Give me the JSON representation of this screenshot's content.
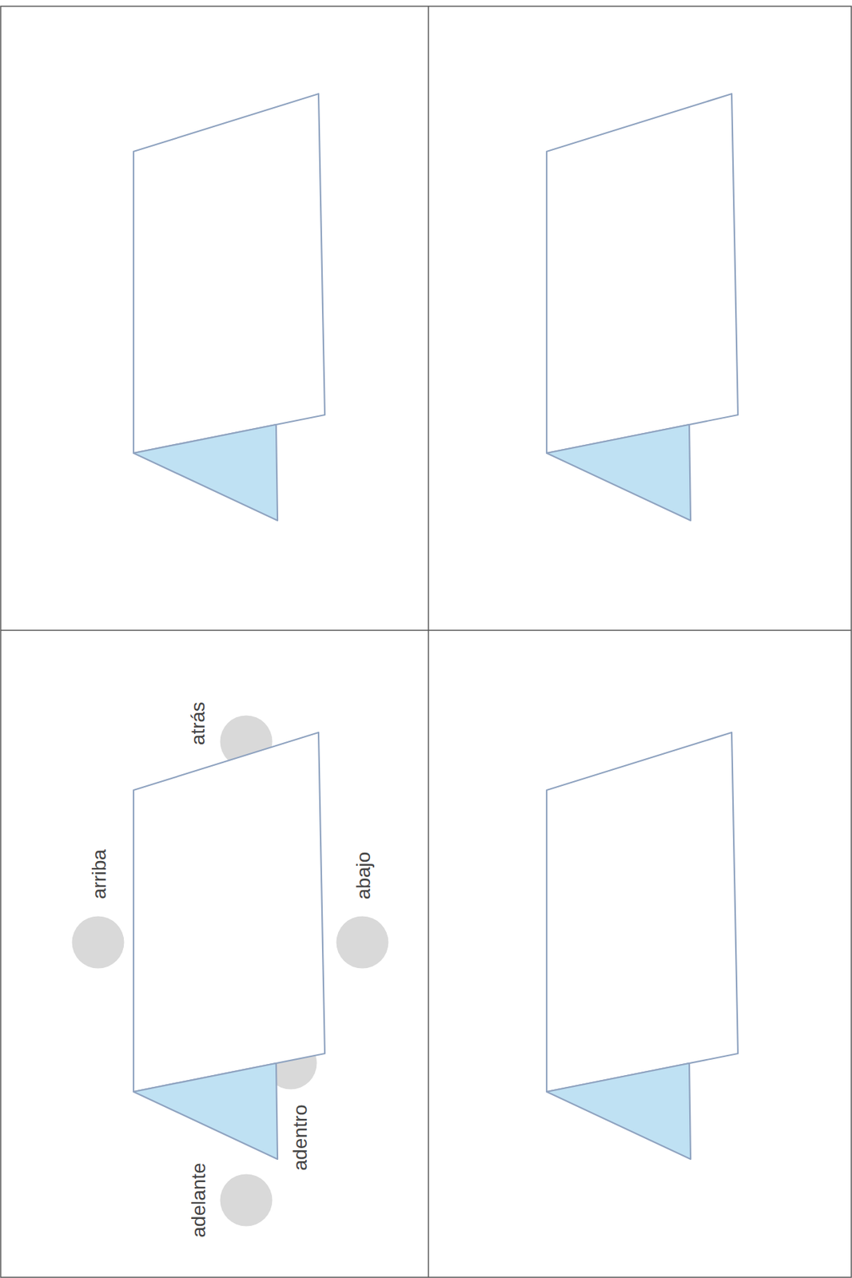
{
  "diagram": {
    "labels": [
      "atrás",
      "arriba",
      "abajo",
      "adentro",
      "adelante"
    ]
  }
}
